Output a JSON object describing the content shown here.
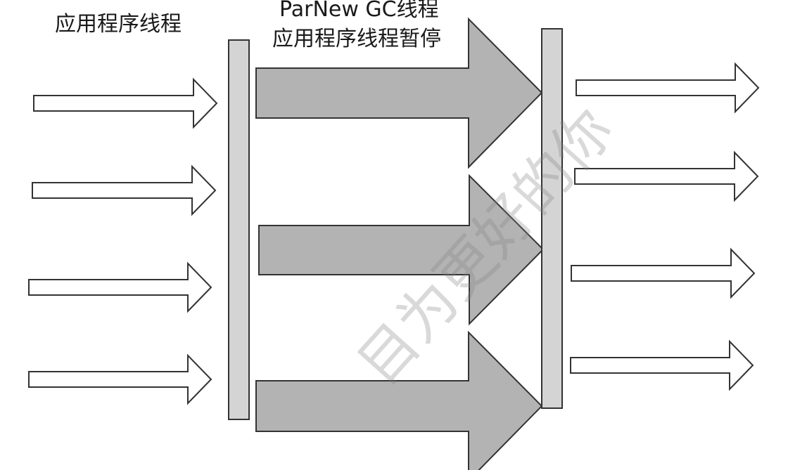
{
  "labels": {
    "app_threads": "应用程序线程",
    "gc_threads": "ParNew GC线程",
    "pause": "应用程序线程暂停"
  },
  "watermark": "目为更好的你",
  "colors": {
    "outline": "#333333",
    "bar_fill": "#d4d4d4",
    "gc_arrow_fill": "#b3b3b3",
    "app_arrow_fill": "#ffffff"
  }
}
